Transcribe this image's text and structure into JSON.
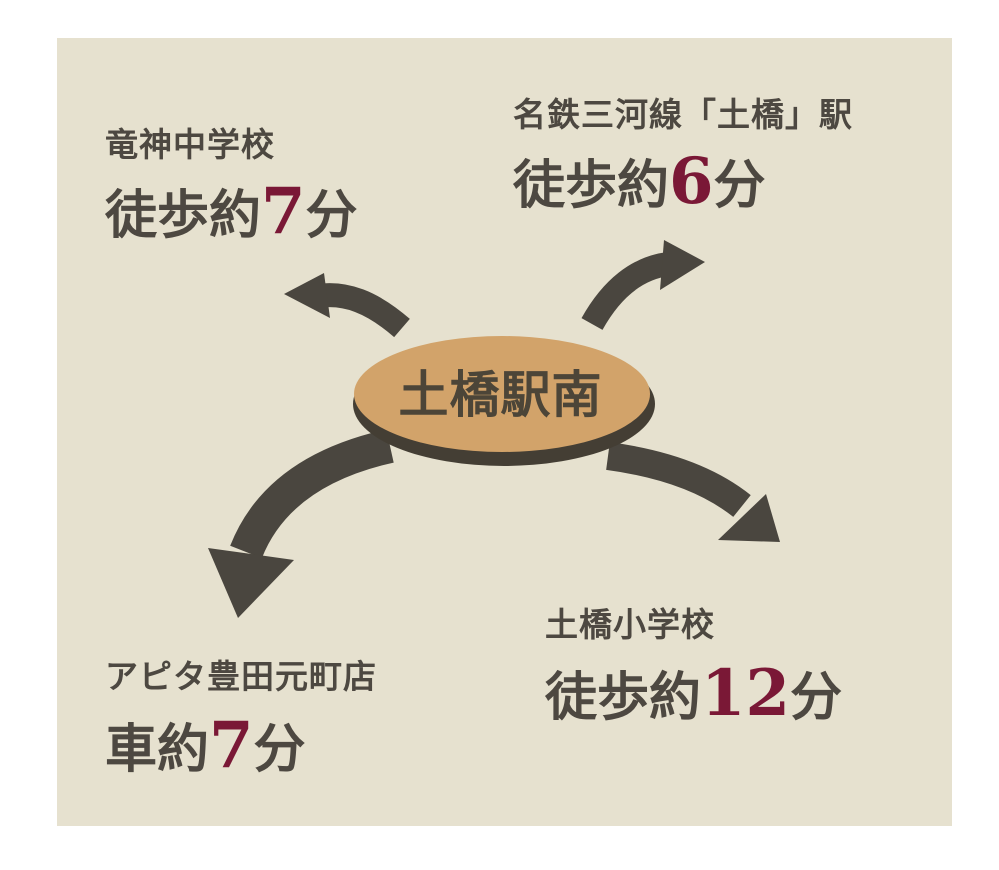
{
  "colors": {
    "panel_bg": "#e6e1cf",
    "arrow": "#4a463f",
    "center_fill": "#d2a36a",
    "center_shadow": "#443e34",
    "text": "#4d4841",
    "accent_number": "#7a1836"
  },
  "center": {
    "label": "土橋駅南"
  },
  "destinations": {
    "top_left": {
      "name": "竜神中学校",
      "prefix": "徒歩約",
      "number": "7",
      "unit": "分"
    },
    "top_right": {
      "name": "名鉄三河線「土橋」駅",
      "prefix": "徒歩約",
      "number": "6",
      "unit": "分"
    },
    "bottom_left": {
      "name": "アピタ豊田元町店",
      "prefix": "車約",
      "number": "7",
      "unit": "分"
    },
    "bottom_right": {
      "name": "土橋小学校",
      "prefix": "徒歩約",
      "number": "12",
      "unit": "分"
    }
  }
}
